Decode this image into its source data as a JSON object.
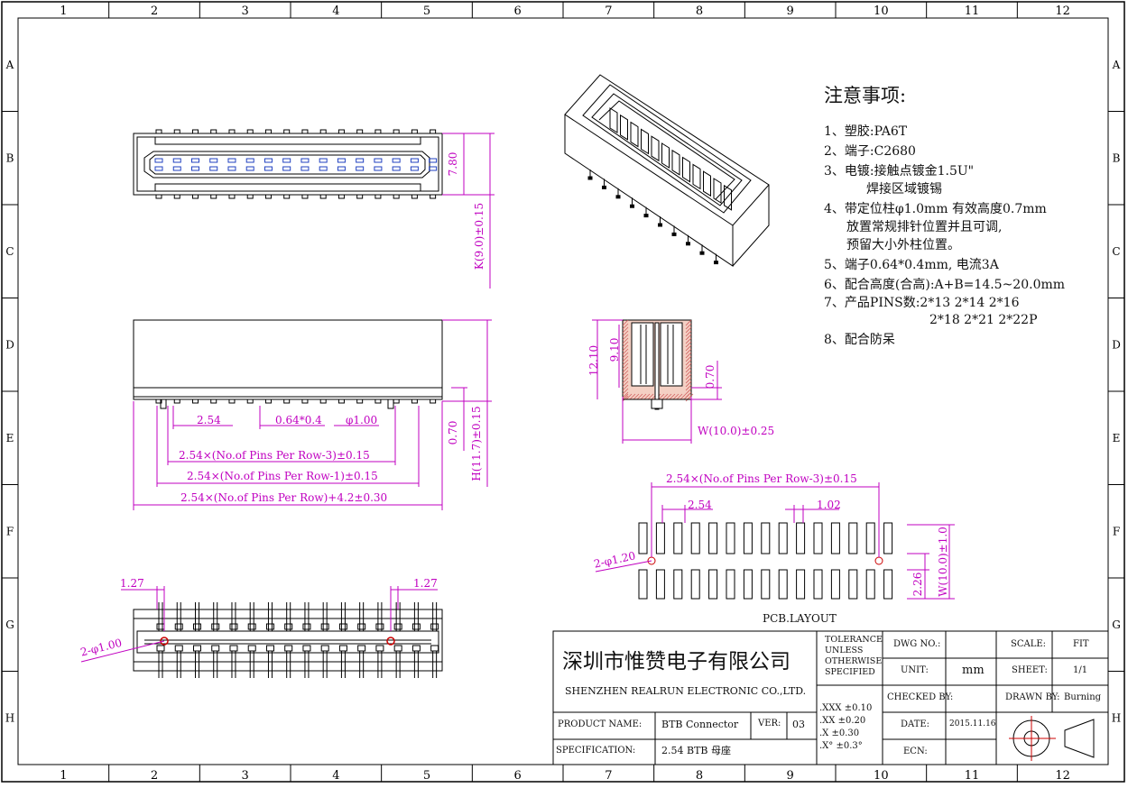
{
  "grid": {
    "columns": [
      "1",
      "2",
      "3",
      "4",
      "5",
      "6",
      "7",
      "8",
      "9",
      "10",
      "11",
      "12"
    ],
    "rows": [
      "A",
      "B",
      "C",
      "D",
      "E",
      "F",
      "G",
      "H"
    ]
  },
  "notes": {
    "title": "注意事项:",
    "lines": [
      "1、塑胶:PA6T",
      "2、端子:C2680",
      "3、电镀:接触点镀金1.5U\"",
      "焊接区域镀锡",
      "4、带定位柱φ1.0mm 有效高度0.7mm",
      "放置常规排针位置并且可调,",
      "预留大小外柱位置。",
      "5、端子0.64*0.4mm, 电流3A",
      "6、配合高度(合高):A+B=14.5~20.0mm",
      "7、产品PINS数:2*13 2*14 2*16",
      "2*18 2*21 2*22P",
      "8、配合防呆"
    ]
  },
  "dims": {
    "top_height": "7.80",
    "k_width": "K(9.0)±0.15",
    "pitch": "2.54",
    "pin_size": "0.64*0.4",
    "post_dia": "φ1.00",
    "dim_rows_minus3": "2.54×(No.of Pins Per Row-3)±0.15",
    "dim_rows_minus1": "2.54×(No.of Pins Per Row-1)±0.15",
    "dim_overall": "2.54×(No.of Pins Per Row)+4.2±0.30",
    "standoff": "0.70",
    "h_height": "H(11.7)±0.15",
    "side_h1": "12.10",
    "side_h2": "9.10",
    "side_standoff": "0.70",
    "side_w": "W(10.0)±0.25",
    "bottom_offset_l": "1.27",
    "bottom_offset_r": "1.27",
    "bottom_hole": "2-φ1.00"
  },
  "pcb": {
    "dim_top": "2.54×(No.of Pins Per Row-3)±0.15",
    "pitch": "2.54",
    "pad_width": "1.02",
    "hole": "2-φ1.20",
    "w_dim": "W(10.0)±1.0",
    "row_gap": "2.26",
    "caption": "PCB.LAYOUT"
  },
  "title_block": {
    "company_cn": "深圳市惟赞电子有限公司",
    "company_en": "SHENZHEN REALRUN ELECTRONIC CO.,LTD.",
    "tolerance_label": "TOLERANCE UNLESS OTHERWISE SPECIFIED",
    "tol_lines": [
      ".XXX ±0.10",
      ".XX ±0.20",
      ".X ±0.30",
      ".X° ±0.3°"
    ],
    "dwg_no_label": "DWG NO.:",
    "dwg_no_value": "",
    "scale_label": "SCALE:",
    "scale_value": "FIT",
    "unit_label": "UNIT:",
    "unit_value": "mm",
    "sheet_label": "SHEET:",
    "sheet_value": "1/1",
    "checked_label": "CHECKED BY:",
    "checked_value": "",
    "drawn_label": "DRAWN BY:",
    "drawn_value": "Burning",
    "date_label": "DATE:",
    "date_value": "2015.11.16",
    "ecn_label": "ECN:",
    "ecn_value": "",
    "product_label": "PRODUCT NAME:",
    "product_value": "BTB Connector",
    "ver_label": "VER:",
    "ver_value": "03",
    "spec_label": "SPECIFICATION:",
    "spec_value": "2.54 BTB 母座"
  }
}
